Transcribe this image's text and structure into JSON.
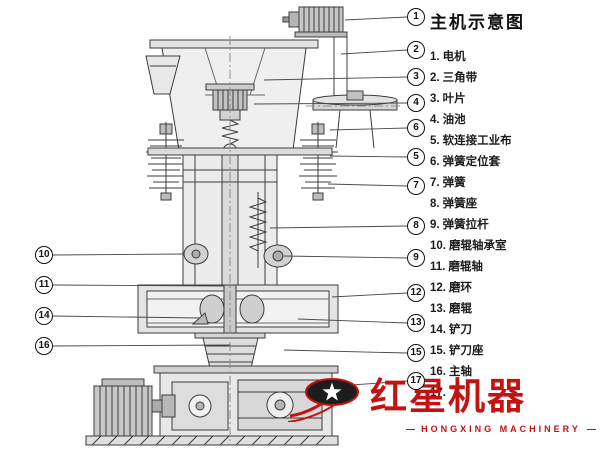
{
  "page": {
    "title": "主机示意图"
  },
  "legend": {
    "items": [
      {
        "num": "1.",
        "label": "电机"
      },
      {
        "num": "2.",
        "label": "三角带"
      },
      {
        "num": "3.",
        "label": "叶片"
      },
      {
        "num": "4.",
        "label": "油池"
      },
      {
        "num": "5.",
        "label": "软连接工业布"
      },
      {
        "num": "6.",
        "label": "弹簧定位套"
      },
      {
        "num": "7.",
        "label": "弹簧"
      },
      {
        "num": "8.",
        "label": "弹簧座"
      },
      {
        "num": "9.",
        "label": "弹簧拉杆"
      },
      {
        "num": "10.",
        "label": "磨辊轴承室"
      },
      {
        "num": "11.",
        "label": "磨辊轴"
      },
      {
        "num": "12.",
        "label": "磨环"
      },
      {
        "num": "13.",
        "label": "磨辊"
      },
      {
        "num": "14.",
        "label": "铲刀"
      },
      {
        "num": "15.",
        "label": "铲刀座"
      },
      {
        "num": "16.",
        "label": "主轴"
      },
      {
        "num": "17.",
        "label": ""
      }
    ]
  },
  "callouts": {
    "right": [
      "1",
      "2",
      "3",
      "4",
      "6",
      "5",
      "7",
      "8",
      "9",
      "12",
      "13",
      "15",
      "17"
    ],
    "left": [
      "10",
      "11",
      "14",
      "16"
    ]
  },
  "watermark": {
    "brand": "红星机器",
    "subtitle": "HONGXING MACHINERY"
  },
  "colors": {
    "accent_red": "#c41212",
    "line": "#3c3c3c"
  }
}
